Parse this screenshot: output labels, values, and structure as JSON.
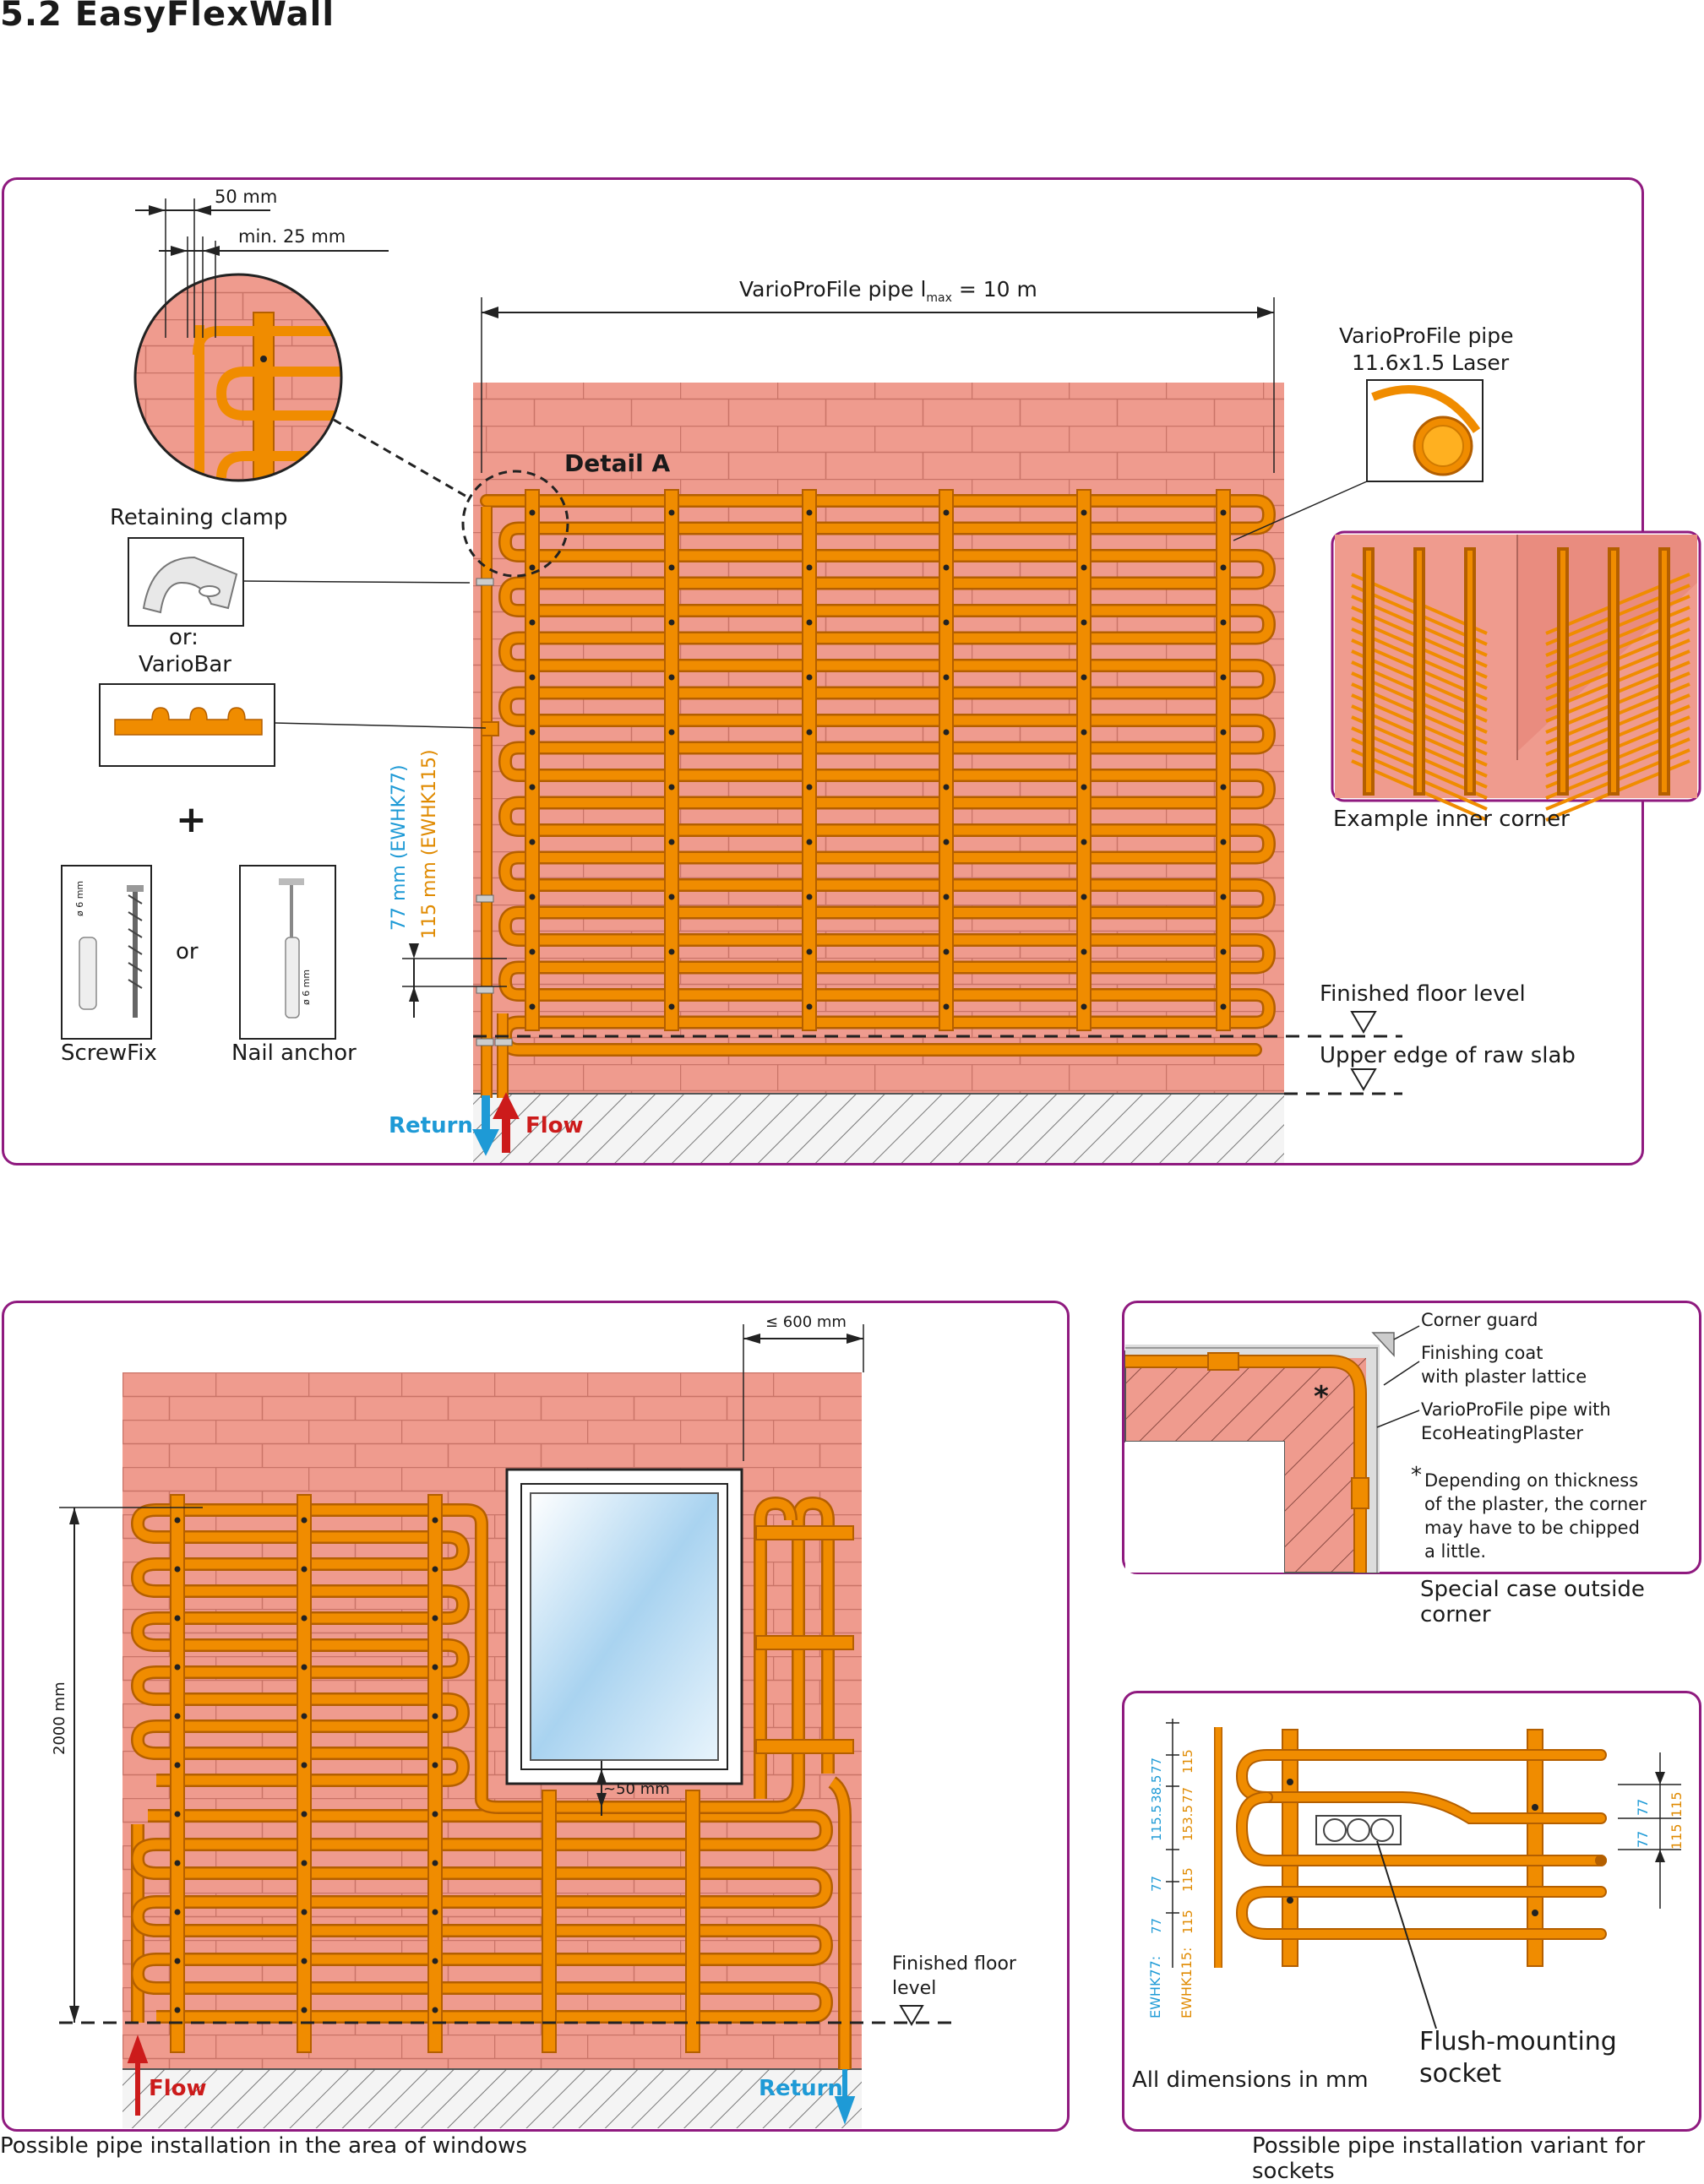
{
  "page": {
    "title": "5.2  EasyFlexWall"
  },
  "colors": {
    "accent": "#8f1a7f",
    "pipe": "#f08c00",
    "pipe_edge": "#b45f00",
    "wall": "#ef9b8e",
    "wall_joint": "#c97468",
    "return": "#1e9ad6",
    "flow": "#cc1b1b"
  },
  "panel1": {
    "dim_50": "50 mm",
    "dim_min25": "min. 25 mm",
    "pipe_length_prefix": "VarioProFile pipe l",
    "pipe_length_sub": "max",
    "pipe_length_suffix": " = 10 m",
    "pipe_label_line1": "VarioProFile pipe",
    "pipe_label_line2": "11.6x1.5 Laser",
    "detail": "Detail A",
    "retaining_clamp": "Retaining clamp",
    "or_label": "or:",
    "variobar": "VarioBar",
    "plus": "+",
    "or_small": "or",
    "screwfix": "ScrewFix",
    "nail_anchor": "Nail anchor",
    "dia_6mm": "ø 6 mm",
    "spacing_77": "77 mm (EWHK77)",
    "spacing_115": "115 mm (EWHK115)",
    "finished_floor": "Finished floor level",
    "raw_slab": "Upper edge of raw slab",
    "return": "Return",
    "flow": "Flow",
    "inner_corner": "Example inner corner"
  },
  "panel2": {
    "dim_600": "≤ 600 mm",
    "dim_2000": "2000 mm",
    "dim_50": "~50 mm",
    "finished_floor_1": "Finished floor",
    "finished_floor_2": "level",
    "flow": "Flow",
    "return": "Return",
    "caption": "Possible pipe installation in the area of windows"
  },
  "panel3": {
    "corner_guard": "Corner guard",
    "finishing_1": "Finishing coat",
    "finishing_2": "with plaster lattice",
    "pipe_1": "VarioProFile pipe with",
    "pipe_2": "EcoHeatingPlaster",
    "asterisk": "*",
    "note_1": "Depending on thickness",
    "note_2": "of the plaster, the corner",
    "note_3": "may have to be chipped",
    "note_4": "a little.",
    "caption": "Special case outside corner"
  },
  "panel4": {
    "col_77_values": [
      "77",
      "38.5",
      "115.5",
      "77",
      "77"
    ],
    "col_115_values": [
      "115",
      "77",
      "153.5",
      "115",
      "115"
    ],
    "label_77": "EWHK77:",
    "label_115": "EWHK115:",
    "right_77": "77",
    "right_77b": "77",
    "right_115": "115",
    "right_115b": "115",
    "socket_1": "Flush-mounting",
    "socket_2": "socket",
    "all_dims": "All dimensions in mm",
    "caption": "Possible pipe installation variant for sockets"
  }
}
